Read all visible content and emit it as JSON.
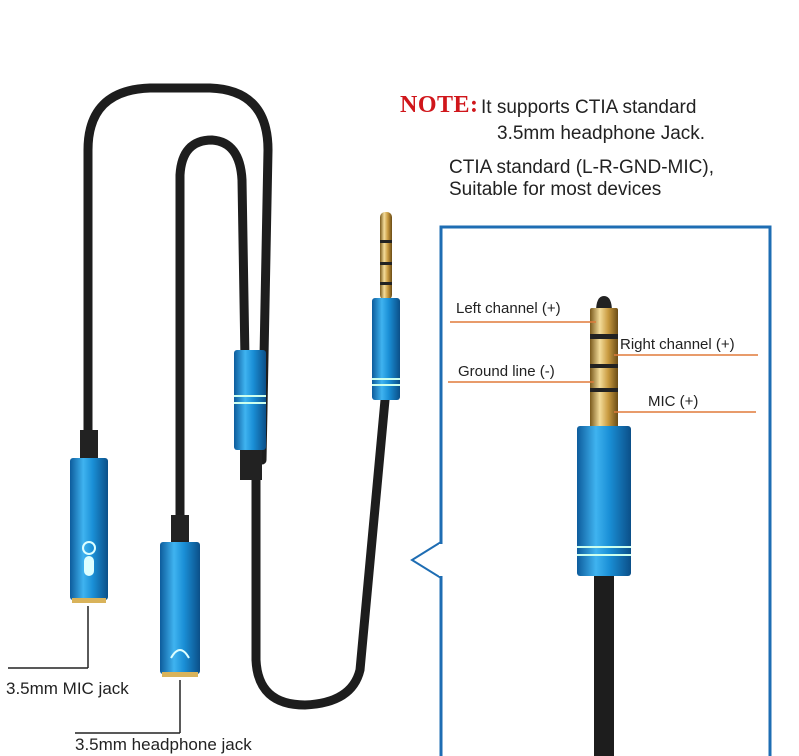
{
  "note": {
    "label": "NOTE:",
    "line1": "It supports CTIA standard",
    "line2": "3.5mm headphone Jack.",
    "line3": "CTIA standard (L-R-GND-MIC),",
    "line4": "Suitable for most devices"
  },
  "pinout": {
    "left": "Left channel (+)",
    "right": "Right channel (+)",
    "ground": "Ground line (-)",
    "mic": "MIC (+)"
  },
  "jacks": {
    "mic": "3.5mm MIC jack",
    "headphone": "3.5mm headphone jack"
  },
  "colors": {
    "note_red": "#d0161b",
    "frame_blue": "#1e6db3",
    "connector_blue": "#1a8fd6",
    "gold": "#d9b35a",
    "leader_orange": "#e07a3a"
  }
}
